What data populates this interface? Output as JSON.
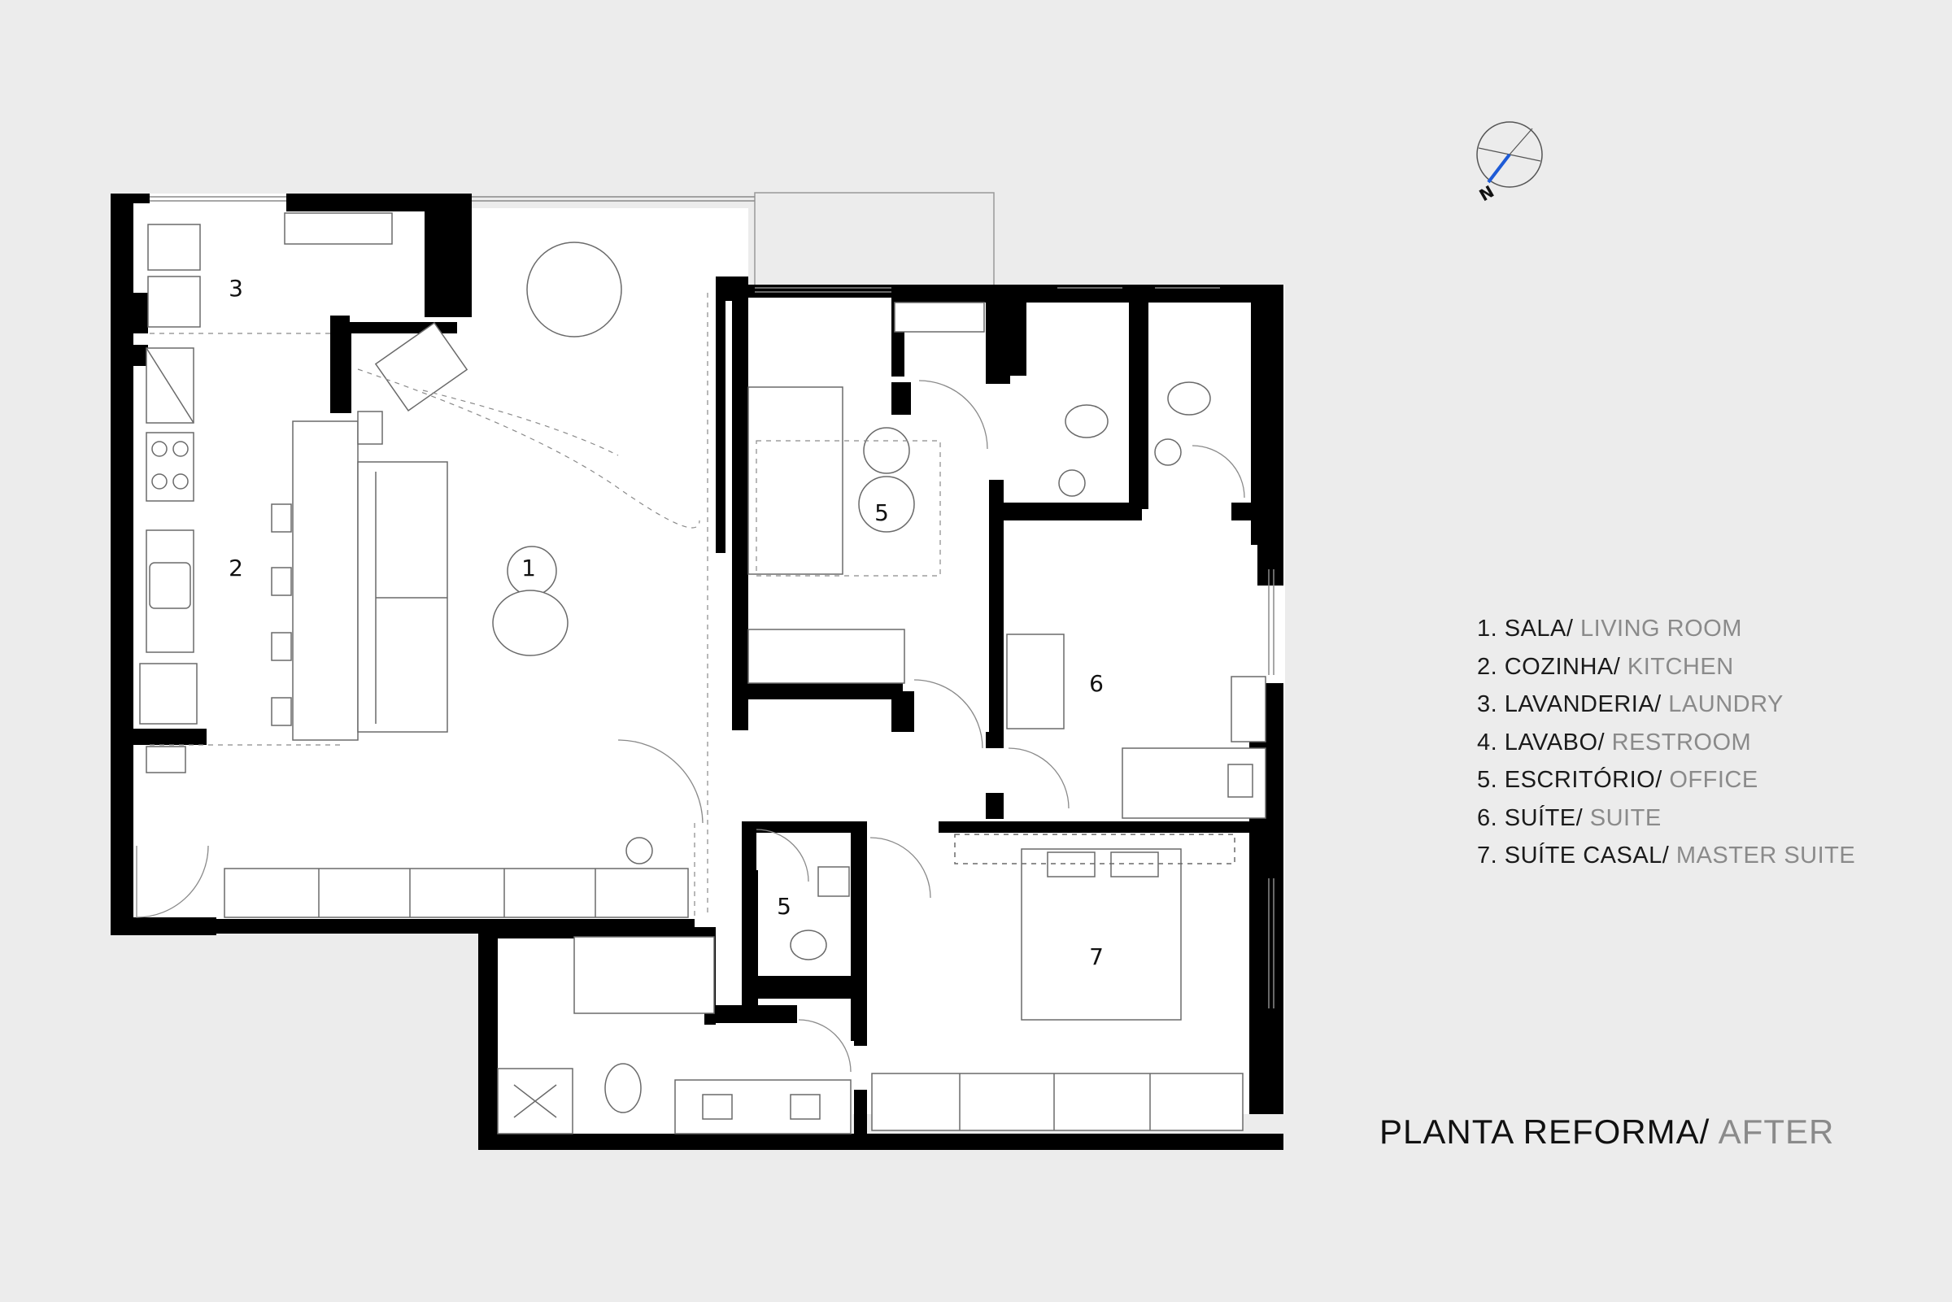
{
  "room_numbers": {
    "living": "1",
    "kitchen": "2",
    "laundry": "3",
    "office": "5",
    "bath": "5",
    "suite": "6",
    "master": "7"
  },
  "compass": {
    "label": "N",
    "accent": "#1e5bd6"
  },
  "legend": [
    {
      "pt": "1. SALA/",
      "en": "LIVING ROOM"
    },
    {
      "pt": "2. COZINHA/",
      "en": "KITCHEN"
    },
    {
      "pt": "3. LAVANDERIA/",
      "en": "LAUNDRY"
    },
    {
      "pt": "4. LAVABO/",
      "en": "RESTROOM"
    },
    {
      "pt": "5. ESCRITÓRIO/",
      "en": "OFFICE"
    },
    {
      "pt": "6. SUÍTE/",
      "en": "SUITE"
    },
    {
      "pt": "7. SUÍTE CASAL/",
      "en": "MASTER SUITE"
    }
  ],
  "title": {
    "pt": "PLANTA REFORMA/",
    "en": "AFTER"
  },
  "colors": {
    "wall": "#000000",
    "floor": "#ffffff",
    "background": "#ececec",
    "muted_text": "#8a8a8a"
  }
}
